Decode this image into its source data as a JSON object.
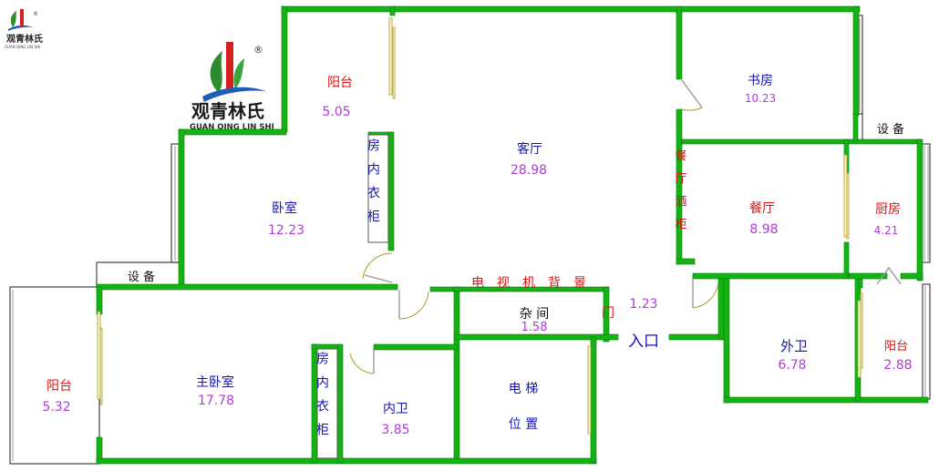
{
  "brand": {
    "mini_name": "观青林氏",
    "mini_sub": "GUAN QING LIN SHI",
    "name": "观青林氏",
    "pinyin": "GUAN QING LIN SHI",
    "registered": "®",
    "colors": {
      "green": "#2e8b2e",
      "red": "#d42020",
      "blue": "#1c5fb8"
    }
  },
  "colors": {
    "wall": "#12b312",
    "name_blue": "#1414b4",
    "name_red": "#e01010",
    "area_purple": "#b03cd8"
  },
  "rooms": {
    "balcony_top": {
      "name": "阳台",
      "area": "5.05"
    },
    "living": {
      "name": "客厅",
      "area": "28.98"
    },
    "study": {
      "name": "书房",
      "area": "10.23"
    },
    "equip_right": {
      "name": "设 备"
    },
    "bedroom": {
      "name": "卧室",
      "area": "12.23"
    },
    "closet_bedroom": {
      "name": "房内衣柜"
    },
    "dining_cabinet": {
      "name": "餐厅酒柜"
    },
    "dining": {
      "name": "餐厅",
      "area": "8.98"
    },
    "kitchen": {
      "name": "厨房",
      "area": "4.21"
    },
    "equip_left": {
      "name": "设 备"
    },
    "tv_wall": {
      "name": "电视机背景"
    },
    "storage": {
      "name": "杂 间",
      "area": "1.58"
    },
    "door_mark": {
      "name": "门"
    },
    "hall": {
      "area": "1.23"
    },
    "entrance": {
      "name": "入口"
    },
    "guest_bath": {
      "name": "外卫",
      "area": "6.78"
    },
    "balcony_right": {
      "name": "阳台",
      "area": "2.88"
    },
    "balcony_left": {
      "name": "阳台",
      "area": "5.32"
    },
    "master": {
      "name": "主卧室",
      "area": "17.78"
    },
    "closet_master": {
      "name": "房内衣柜"
    },
    "ensuite": {
      "name": "内卫",
      "area": "3.85"
    },
    "elevator": {
      "name_line1": "电  梯",
      "name_line2": "位  置"
    }
  }
}
